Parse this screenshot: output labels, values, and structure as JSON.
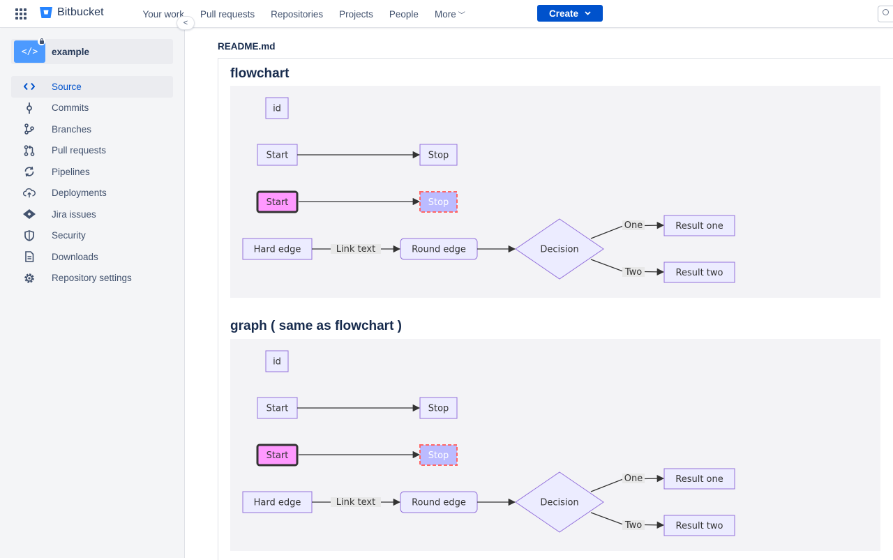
{
  "topnav": {
    "brand": "Bitbucket",
    "links": [
      "Your work",
      "Pull requests",
      "Repositories",
      "Projects",
      "People",
      "More"
    ],
    "create_label": "Create"
  },
  "sidebar": {
    "repo_name": "example",
    "repo_avatar": "</>",
    "items": [
      {
        "label": "Source",
        "icon": "code-icon",
        "active": true
      },
      {
        "label": "Commits",
        "icon": "commit-icon"
      },
      {
        "label": "Branches",
        "icon": "branch-icon"
      },
      {
        "label": "Pull requests",
        "icon": "pull-request-icon"
      },
      {
        "label": "Pipelines",
        "icon": "pipelines-icon"
      },
      {
        "label": "Deployments",
        "icon": "cloud-upload-icon"
      },
      {
        "label": "Jira issues",
        "icon": "jira-icon"
      },
      {
        "label": "Security",
        "icon": "shield-icon"
      },
      {
        "label": "Downloads",
        "icon": "file-icon"
      },
      {
        "label": "Repository settings",
        "icon": "gear-icon"
      }
    ]
  },
  "main": {
    "file_title": "README.md",
    "sections": [
      {
        "heading": "flowchart"
      },
      {
        "heading": "graph ( same as flowchart )"
      }
    ],
    "diagram": {
      "id_node": "id",
      "start": "Start",
      "stop": "Stop",
      "hard_edge": "Hard edge",
      "link_text": "Link text",
      "round_edge": "Round edge",
      "decision": "Decision",
      "one": "One",
      "two": "Two",
      "result_one": "Result one",
      "result_two": "Result two"
    }
  },
  "colors": {
    "accent": "#0052cc",
    "sidebar_bg": "#f4f5f7",
    "node_fill": "#ececff",
    "node_stroke": "#9370db",
    "styled_start_fill": "#ff99ff",
    "styled_stop_fill": "#bbbbff"
  }
}
